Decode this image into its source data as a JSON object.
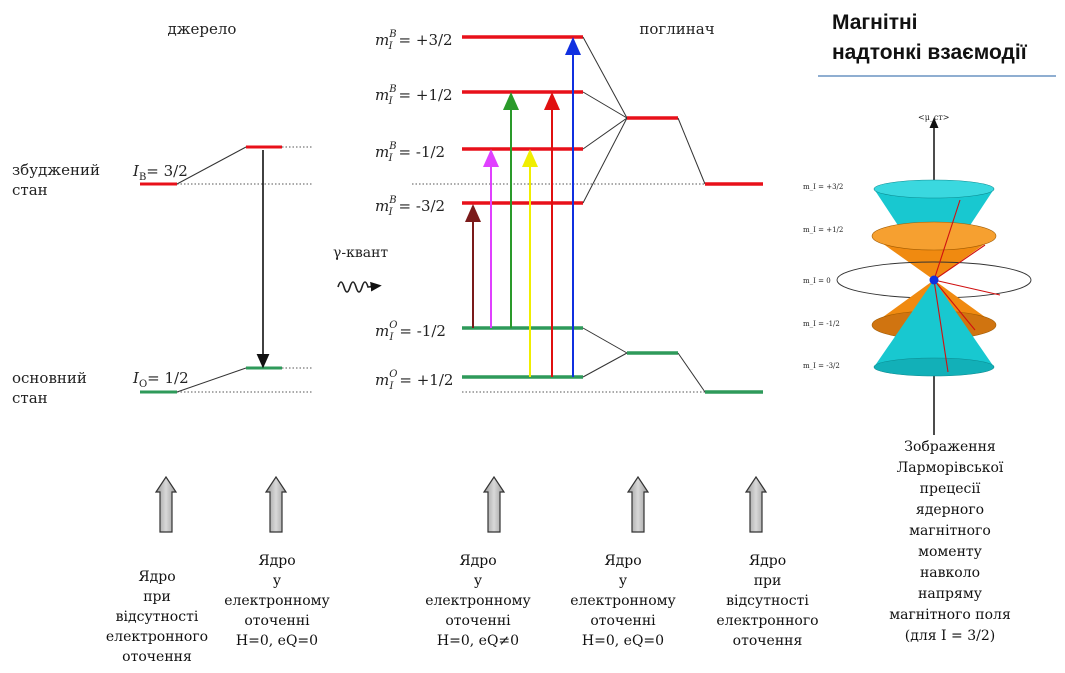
{
  "title": {
    "line1": "Магнітні",
    "line2": "надтонкі взаємодії"
  },
  "source": {
    "label": "джерело",
    "excited_state": "збуджений\nстан",
    "ground_state": "основний\nстан",
    "excited_spin": "= 3/2",
    "ground_spin": "= 1/2",
    "excited_spin_symbol": "I",
    "excited_spin_subscript": "B",
    "ground_spin_symbol": "I",
    "ground_spin_subscript": "O"
  },
  "gamma_label": "γ-квант",
  "absorber": {
    "label": "поглинач",
    "excited_levels": [
      {
        "sup": "B",
        "value": "= +3/2"
      },
      {
        "sup": "B",
        "value": "= +1/2"
      },
      {
        "sup": "B",
        "value": "= -1/2"
      },
      {
        "sup": "B",
        "value": "= -3/2"
      }
    ],
    "ground_levels": [
      {
        "sup": "O",
        "value": "= -1/2"
      },
      {
        "sup": "O",
        "value": "= +1/2"
      }
    ],
    "transition_colors": [
      "#7b1a1a",
      "#e040ff",
      "#2a9a2a",
      "#f0ee00",
      "#e01010",
      "#1030e0"
    ]
  },
  "precession": {
    "axis_label": "<μ_ст>",
    "levels": [
      "m_I = +3/2",
      "m_I = +1/2",
      "m_I = 0",
      "m_I = -1/2",
      "m_I = -3/2"
    ],
    "caption": "Зображення\nЛарморівської\nпрецесії\nядерного\nмагнітного\nмоменту\nнавколо\nнапряму\nмагнітного поля\n(для I = 3/2)"
  },
  "captions": [
    "Ядро\nпри\nвідсутності\nелектронного\nоточення",
    "Ядро\nу\nелектронному\nоточенні\nH=0,  eQ=0",
    "Ядро\nу\nелектронному\nоточенні\nH=0,  eQ≠0",
    "Ядро\nу\nелектронному\nоточенні\nH=0,  eQ=0",
    "Ядро\nпри\nвідсутності\nелектронного\nоточення"
  ],
  "colors": {
    "excited": "#e8101a",
    "ground": "#2e9a5a",
    "cyan": "#18c8d0",
    "orange": "#f08a10"
  }
}
